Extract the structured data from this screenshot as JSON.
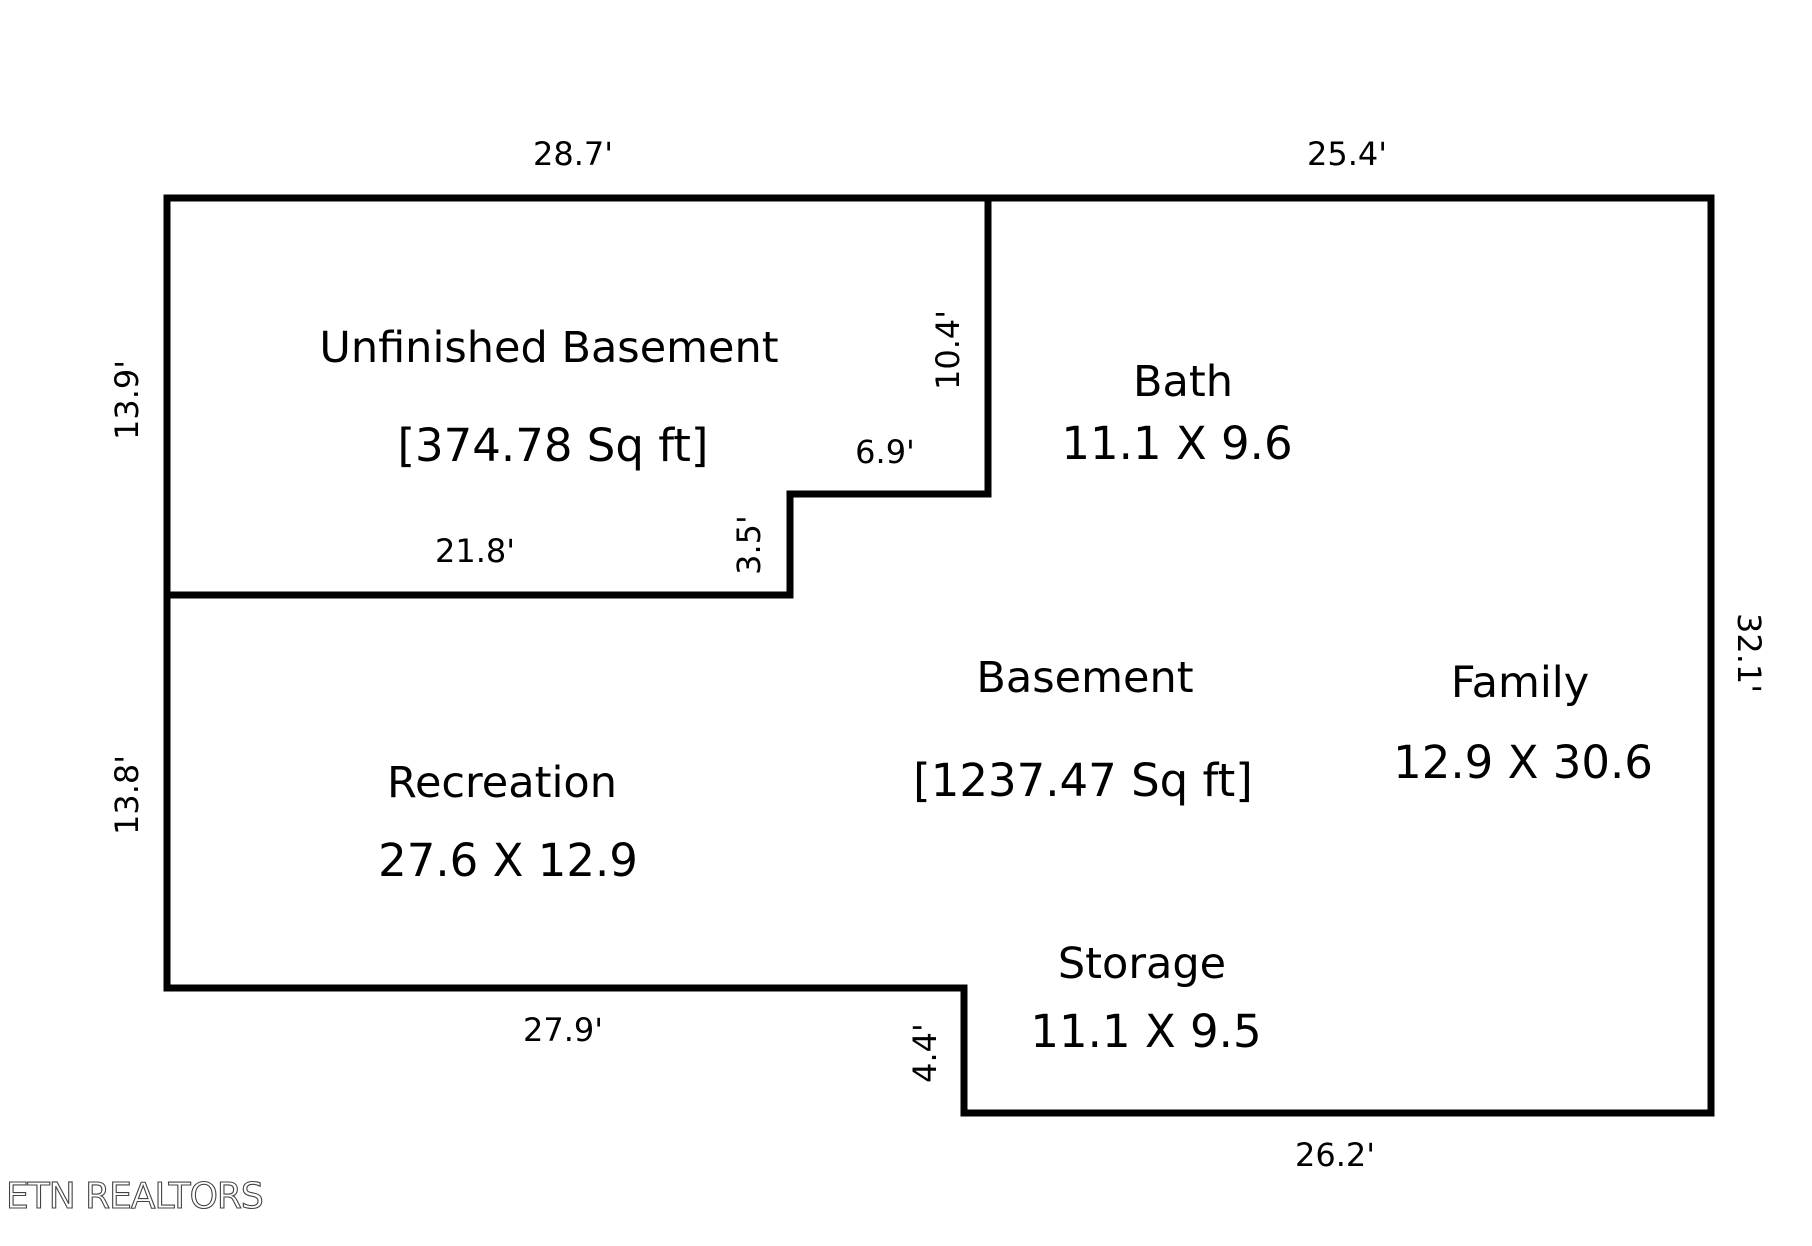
{
  "dimensions": {
    "top_left": "28.7'",
    "top_right": "25.4'",
    "left_upper": "13.9'",
    "left_lower": "13.8'",
    "right": "32.1'",
    "inner_vertical_upper": "10.4'",
    "inner_horizontal_step": "6.9'",
    "inner_vertical_step": "3.5'",
    "inner_horizontal_lower": "21.8'",
    "bottom_left": "27.9'",
    "bottom_step": "4.4'",
    "bottom_right": "26.2'"
  },
  "rooms": {
    "unfinished": {
      "name": "Unfinished Basement",
      "area": "[374.78 Sq ft]"
    },
    "bath": {
      "name": "Bath",
      "size": "11.1 X 9.6"
    },
    "basement": {
      "name": "Basement",
      "area": "[1237.47 Sq ft]"
    },
    "family": {
      "name": "Family",
      "size": "12.9 X 30.6"
    },
    "recreation": {
      "name": "Recreation",
      "size": "27.6 X 12.9"
    },
    "storage": {
      "name": "Storage",
      "size": "11.1 X 9.5"
    }
  },
  "watermark": "ETN REALTORS"
}
